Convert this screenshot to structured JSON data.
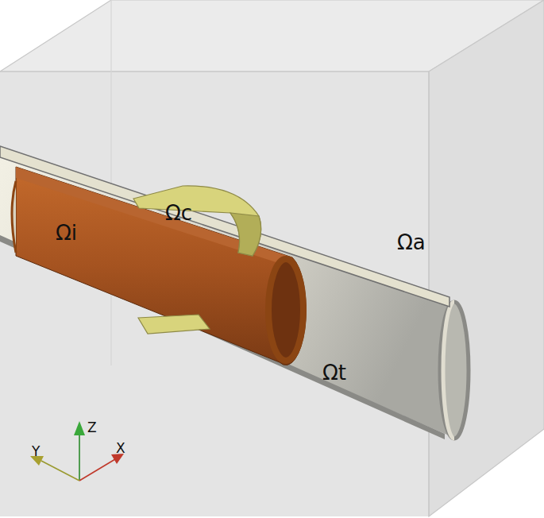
{
  "diagram": {
    "labels": [
      "Ωc",
      "Ωi",
      "Ωa",
      "Ωt",
      "Z",
      "Y",
      "X"
    ]
  }
}
